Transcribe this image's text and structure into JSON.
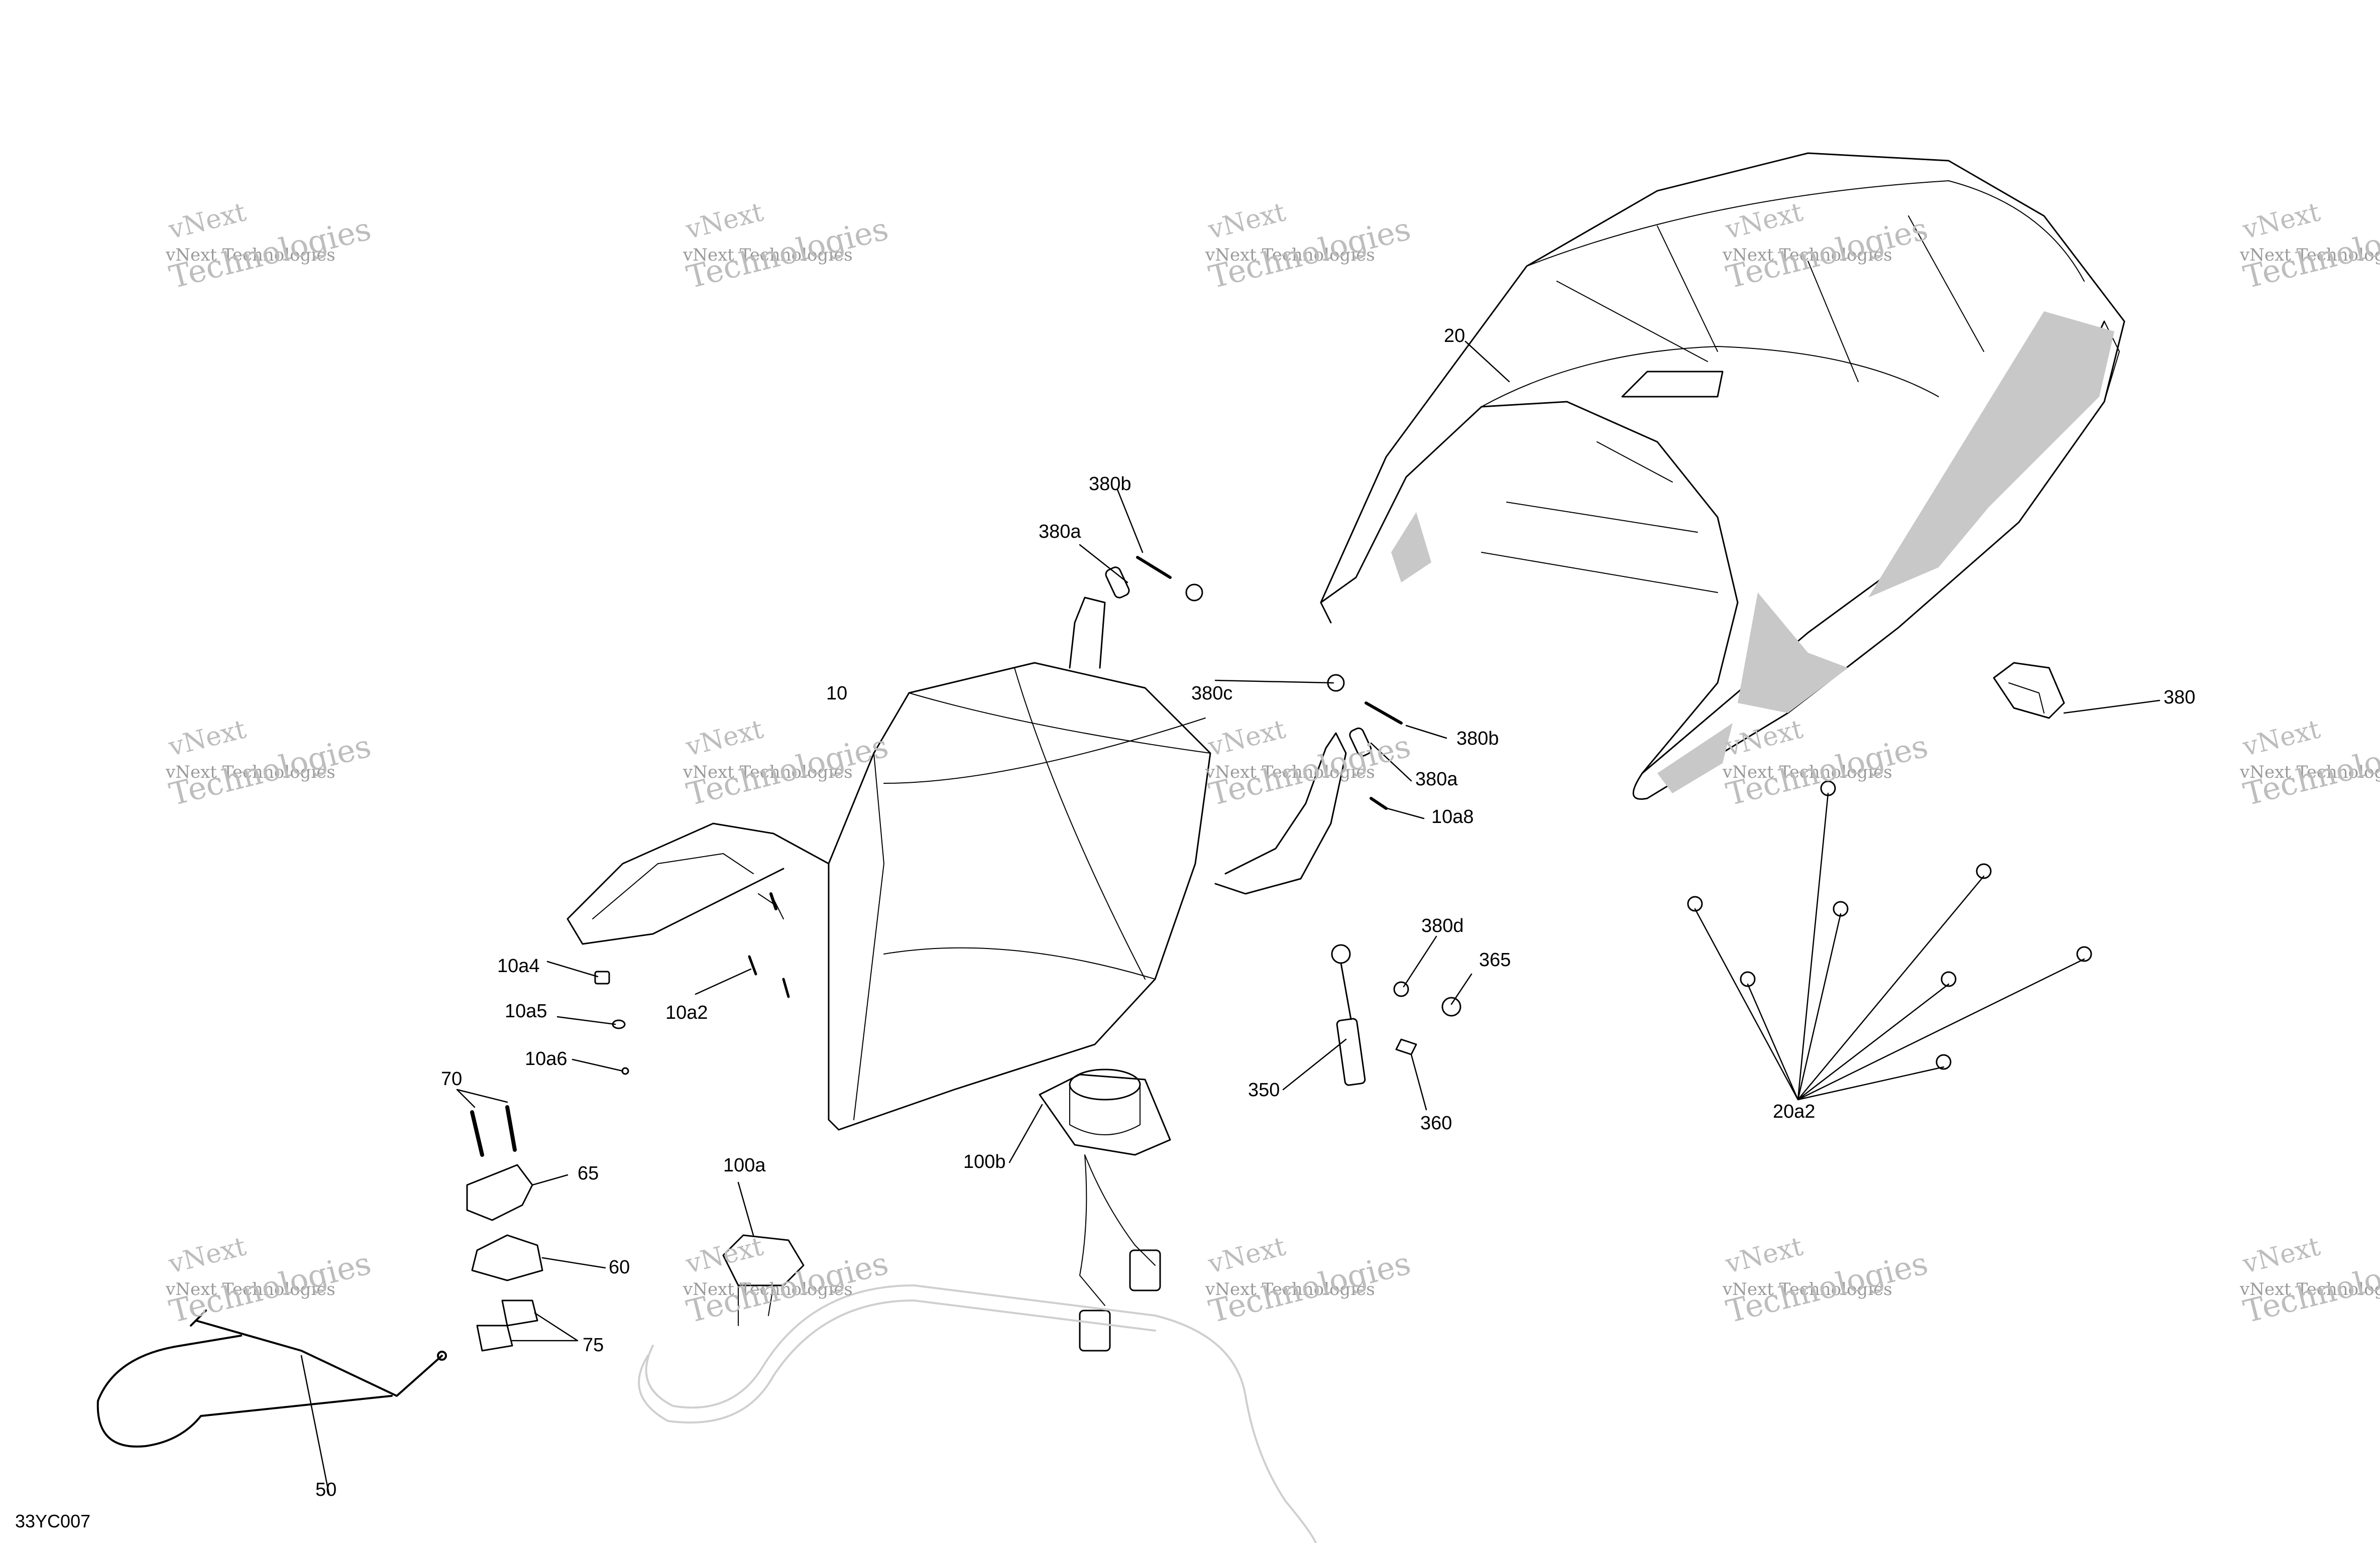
{
  "diagram_code": "33YC007",
  "watermark": {
    "line1": "vNext",
    "line2": "vNext Technologies",
    "line3": "Technologies"
  },
  "callouts": {
    "c10": "10",
    "c20": "20",
    "c380b_top": "380b",
    "c380a_top": "380a",
    "c380c": "380c",
    "c380b_mid": "380b",
    "c380a_mid": "380a",
    "c10a8": "10a8",
    "c380": "380",
    "c380d": "380d",
    "c365": "365",
    "c350": "350",
    "c360": "360",
    "c10a4": "10a4",
    "c10a5": "10a5",
    "c10a2": "10a2",
    "c10a6": "10a6",
    "c70": "70",
    "c65": "65",
    "c60": "60",
    "c75": "75",
    "c100a": "100a",
    "c100b": "100b",
    "c50": "50",
    "c20a2": "20a2"
  },
  "colors": {
    "line": "#000000",
    "shade": "#c8c8c8",
    "watermark": "#bdbdbd",
    "harness": "#cfcfcf"
  }
}
